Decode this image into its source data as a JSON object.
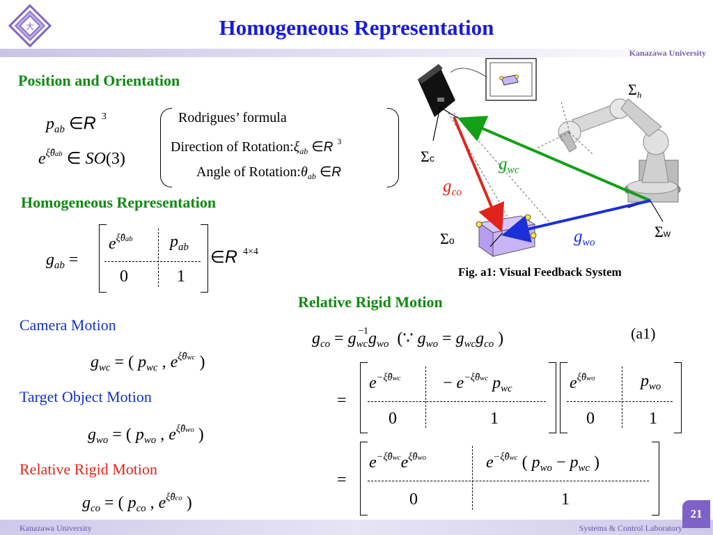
{
  "header": {
    "title": "Homogeneous Representation",
    "university": "Kanazawa University"
  },
  "footer": {
    "left": "Kanazawa University",
    "right": "Systems & Control Laboratory",
    "page": "21"
  },
  "sections": {
    "position_orientation": "Position and Orientation",
    "homogeneous": "Homogeneous Representation",
    "camera_motion": "Camera Motion",
    "target_motion": "Target Object Motion",
    "relative_motion_left": "Relative Rigid Motion",
    "relative_motion_right": "Relative Rigid Motion"
  },
  "rodrigues": {
    "title": "Rodrigues’ formula",
    "direction": "Direction of Rotation:",
    "angle": "Angle of Rotation:"
  },
  "figure": {
    "caption": "Fig. a1: Visual Feedback System",
    "labels": {
      "sigma_h": "Σ",
      "sigma_h_sub": "h",
      "sigma_c": "Σ",
      "sigma_c_sub": "c",
      "sigma_o": "Σ",
      "sigma_o_sub": "o",
      "sigma_w": "Σ",
      "sigma_w_sub": "w",
      "g_wc": "g",
      "g_wc_sub": "wc",
      "g_co": "g",
      "g_co_sub": "co",
      "g_wo": "g",
      "g_wo_sub": "wo"
    },
    "colors": {
      "g_wc": "#13a016",
      "g_co": "#e0241c",
      "g_wo": "#1a2fd8"
    }
  },
  "equation_tag": "(a1)",
  "colors": {
    "title": "#1a1adc",
    "green_heading": "#0f8a12",
    "blue_heading": "#1431d0",
    "red_heading": "#e0241c",
    "accent": "#7e62c8"
  }
}
